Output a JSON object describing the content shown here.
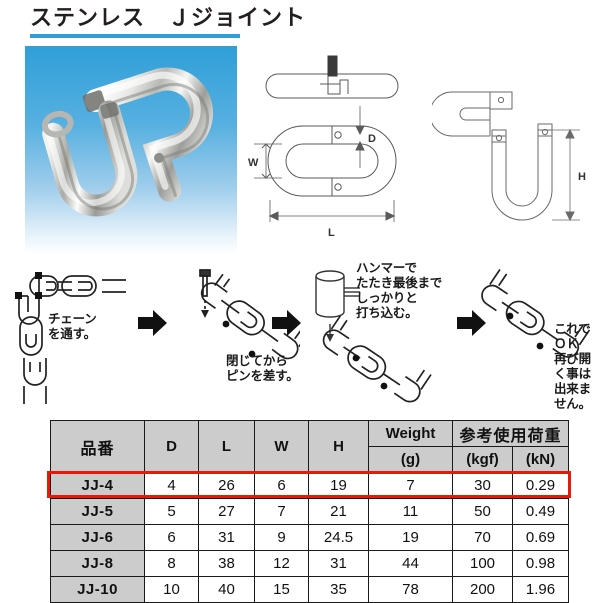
{
  "header": {
    "title": "ステンレス　Ｊジョイント",
    "accent_color": "#2f9fd8"
  },
  "photo": {
    "alt_name": "stainless-j-joint-photo",
    "background_top_color": "#2f9fd8",
    "background_bottom_color": "#ffffff"
  },
  "drawings": {
    "link_diagram": {
      "name": "link-dimension-drawing",
      "labels": {
        "d": "D",
        "w": "W",
        "l": "L"
      }
    },
    "hook_diagram": {
      "name": "hook-dimension-drawing",
      "labels": {
        "h": "H"
      }
    }
  },
  "steps": [
    {
      "index": 1,
      "caption": "チェーン\nを通す。",
      "name": "step-pass-chain"
    },
    {
      "index": 2,
      "caption": "閉じてから\nピンを差す。",
      "name": "step-close-and-insert-pin"
    },
    {
      "index": 3,
      "caption": "ハンマーで\nたたき最後まで\nしっかりと\n打ち込む。",
      "name": "step-hammer-in"
    },
    {
      "index": 4,
      "caption": "これで\nＯＫ\n再び開く事は\n出来ません。",
      "name": "step-complete"
    }
  ],
  "table": {
    "headers": {
      "model": "品番",
      "d": "D",
      "l": "L",
      "w": "W",
      "h": "H",
      "weight": "Weight",
      "weight_unit": "(g)",
      "load_group": "参考使用荷重",
      "kgf": "(kgf)",
      "kn": "(kN)"
    },
    "rows": [
      {
        "model": "JJ-4",
        "d": "4",
        "l": "26",
        "w": "6",
        "h": "19",
        "weight": "7",
        "kgf": "30",
        "kn": "0.29",
        "highlighted": true
      },
      {
        "model": "JJ-5",
        "d": "5",
        "l": "27",
        "w": "7",
        "h": "21",
        "weight": "11",
        "kgf": "50",
        "kn": "0.49",
        "highlighted": false
      },
      {
        "model": "JJ-6",
        "d": "6",
        "l": "31",
        "w": "9",
        "h": "24.5",
        "weight": "19",
        "kgf": "70",
        "kn": "0.69",
        "highlighted": false
      },
      {
        "model": "JJ-8",
        "d": "8",
        "l": "38",
        "w": "12",
        "h": "31",
        "weight": "44",
        "kgf": "100",
        "kn": "0.98",
        "highlighted": false
      },
      {
        "model": "JJ-10",
        "d": "10",
        "l": "40",
        "w": "15",
        "h": "35",
        "weight": "78",
        "kgf": "200",
        "kn": "1.96",
        "highlighted": false
      }
    ],
    "highlight_color": "#e8180c"
  }
}
